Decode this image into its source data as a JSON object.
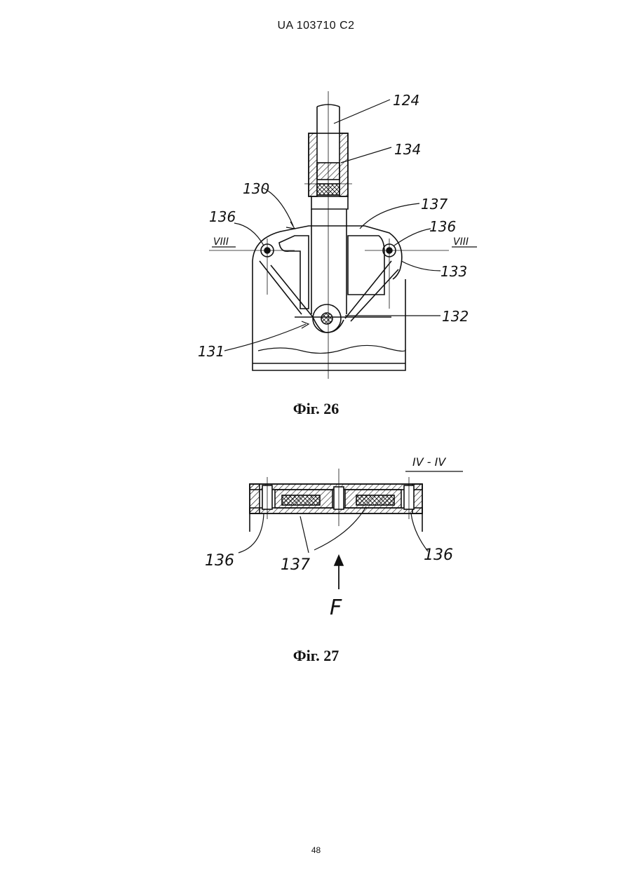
{
  "header": {
    "patent_id": "UA   103710   C2"
  },
  "figure26": {
    "caption": "Фіг. 26",
    "labels": {
      "l124": "124",
      "l134": "134",
      "l130": "130",
      "l137": "137",
      "l136_left": "136",
      "l136_right": "136",
      "l133": "133",
      "l132": "132",
      "l131": "131",
      "sec_left": "VIII",
      "sec_right": "VIII"
    }
  },
  "figure27": {
    "caption": "Фіг. 27",
    "labels": {
      "section": "IV - IV",
      "l136_left": "136",
      "l137": "137",
      "l136_right": "136",
      "force": "F"
    }
  },
  "footer": {
    "page_number": "48"
  }
}
